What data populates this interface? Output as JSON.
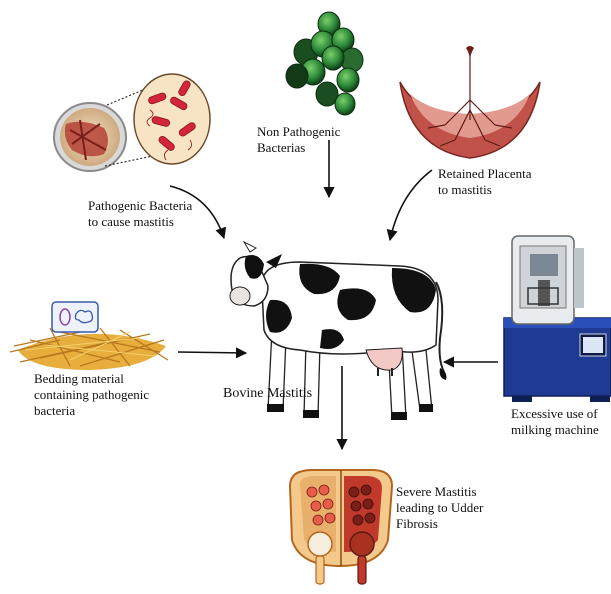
{
  "center": {
    "label": "Bovine Mastitis"
  },
  "causes": [
    {
      "id": "pathogenic",
      "lines": [
        "Pathogenic Bacteria",
        "to cause mastitis"
      ],
      "icon": "bacteria-petri-dish-icon"
    },
    {
      "id": "nonpathogenic",
      "lines": [
        "Non Pathogenic",
        "Bacterias"
      ],
      "icon": "green-cocci-cluster-icon"
    },
    {
      "id": "placenta",
      "lines": [
        "Retained Placenta",
        "to mastitis"
      ],
      "icon": "placenta-icon"
    },
    {
      "id": "bedding",
      "lines": [
        "Bedding material",
        "containing pathogenic",
        "bacteria"
      ],
      "icon": "straw-bedding-icon"
    },
    {
      "id": "machine",
      "lines": [
        "Excessive use of",
        "milking machine"
      ],
      "icon": "milking-machine-icon"
    }
  ],
  "outcome": {
    "lines": [
      "Severe Mastitis",
      "leading to Udder",
      "Fibrosis"
    ],
    "icon": "udder-cross-section-icon"
  },
  "colors": {
    "arrow": "#111111",
    "bacteria": "#c8202a",
    "cocci": "#2e7d32",
    "placenta": "#b03a2e",
    "straw": "#d99a2b",
    "machine": "#1f3a93",
    "udder": "#c0392b"
  }
}
